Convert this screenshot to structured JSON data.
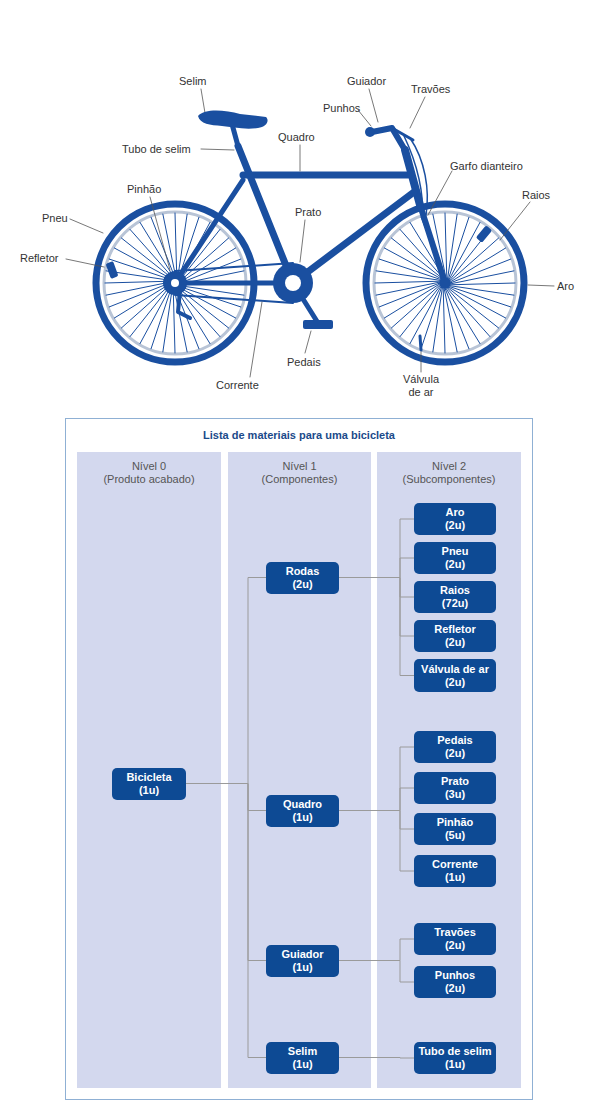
{
  "diagram": {
    "title": "Lista de materiais para uma bicicleta",
    "nodes": [
      {
        "text": [
          "Nível 0",
          "(Produto acabado)"
        ]
      },
      {
        "text": [
          "Nível 1",
          "(Componentes)"
        ]
      },
      {
        "text": [
          "Nível 2",
          "(Subcomponentes)"
        ]
      },
      {
        "text": [
          "Bicicleta",
          "(1u)"
        ],
        "in": 0
      },
      {
        "text": [
          "Rodas",
          "(2u)"
        ],
        "in": 1
      },
      {
        "text": [
          "Quadro",
          "(1u)"
        ],
        "in": 1
      },
      {
        "text": [
          "Guiador",
          "(1u)"
        ],
        "in": 1
      },
      {
        "text": [
          "Selim",
          "(1u)"
        ],
        "in": 1
      },
      {
        "text": [
          "Aro",
          "(2u)"
        ],
        "in": 2
      },
      {
        "text": [
          "Pneu",
          "(2u)"
        ],
        "in": 2
      },
      {
        "text": [
          "Raios",
          "(72u)"
        ],
        "in": 2
      },
      {
        "text": [
          "Refletor",
          "(2u)"
        ],
        "in": 2
      },
      {
        "text": [
          "Válvula de ar",
          "(2u)"
        ],
        "in": 2
      },
      {
        "text": [
          "Pedais",
          "(2u)"
        ],
        "in": 2
      },
      {
        "text": [
          "Prato",
          "(3u)"
        ],
        "in": 2
      },
      {
        "text": [
          "Pinhão",
          "(5u)"
        ],
        "in": 2
      },
      {
        "text": [
          "Corrente",
          "(1u)"
        ],
        "in": 2
      },
      {
        "text": [
          "Travões",
          "(2u)"
        ],
        "in": 2
      },
      {
        "text": [
          "Punhos",
          "(2u)"
        ],
        "in": 2
      },
      {
        "text": [
          "Tubo de selim",
          "(1u)"
        ],
        "in": 2
      }
    ],
    "edges": [
      {
        "from": 3,
        "to": 4,
        "arrow": "none"
      },
      {
        "from": 3,
        "to": 5,
        "arrow": "none"
      },
      {
        "from": 3,
        "to": 6,
        "arrow": "none"
      },
      {
        "from": 3,
        "to": 7,
        "arrow": "none"
      },
      {
        "from": 4,
        "to": 8,
        "arrow": "none"
      },
      {
        "from": 4,
        "to": 9,
        "arrow": "none"
      },
      {
        "from": 4,
        "to": 10,
        "arrow": "none"
      },
      {
        "from": 4,
        "to": 11,
        "arrow": "none"
      },
      {
        "from": 4,
        "to": 12,
        "arrow": "none"
      },
      {
        "from": 5,
        "to": 13,
        "arrow": "none"
      },
      {
        "from": 5,
        "to": 14,
        "arrow": "none"
      },
      {
        "from": 5,
        "to": 15,
        "arrow": "none"
      },
      {
        "from": 5,
        "to": 16,
        "arrow": "none"
      },
      {
        "from": 6,
        "to": 17,
        "arrow": "none"
      },
      {
        "from": 6,
        "to": 18,
        "arrow": "none"
      },
      {
        "from": 7,
        "to": 19,
        "arrow": "none"
      }
    ],
    "labels": [
      "Selim",
      "Guiador",
      "Travões",
      "Punhos",
      "Quadro",
      "Tubo de selim",
      "Garfo dianteiro",
      "Pinhão",
      "Raios",
      "Pneu",
      "Prato",
      "Refletor",
      "Aro",
      "Pedais",
      "Corrente",
      "Válvula de ar"
    ]
  }
}
